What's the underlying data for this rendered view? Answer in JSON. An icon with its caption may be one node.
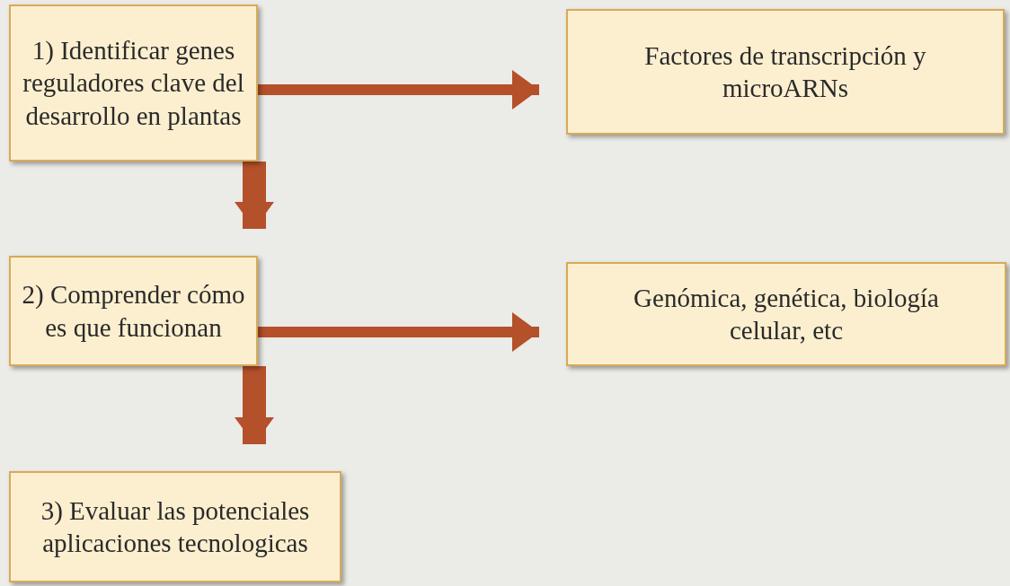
{
  "diagram": {
    "nodes": [
      {
        "text": [
          "1) Identificar genes reguladores clave del desarrollo en plantas"
        ]
      },
      {
        "text": [
          "Factores de transcripción y microARNs"
        ]
      },
      {
        "text": [
          "2) Comprender cómo es que funcionan"
        ]
      },
      {
        "text": [
          "Genómica, genética, biología celular, etc"
        ]
      },
      {
        "text": [
          "3) Evaluar las potenciales aplicaciones tecnologicas"
        ]
      }
    ],
    "edges": [
      {
        "from": 0,
        "to": 1,
        "arrow": "to"
      },
      {
        "from": 0,
        "to": 2,
        "arrow": "to",
        "style": "thick"
      },
      {
        "from": 2,
        "to": 3,
        "arrow": "to"
      },
      {
        "from": 2,
        "to": 4,
        "arrow": "to",
        "style": "thick"
      }
    ]
  }
}
